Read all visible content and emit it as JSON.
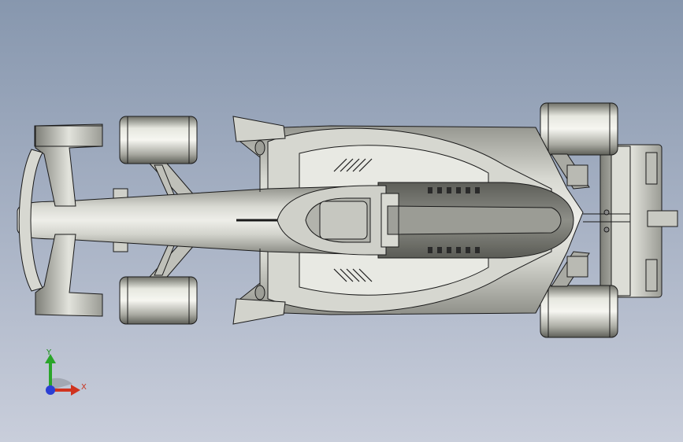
{
  "viewport": {
    "background_top": "#8797ae",
    "background_bottom": "#c9cedb"
  },
  "model": {
    "subject": "formula-car-top-view",
    "body_color": "#c4c5bd",
    "edge_color": "#1a1a1a"
  },
  "triad": {
    "y_label": "Y",
    "x_label": "X",
    "x_color": "#d0331f",
    "y_color": "#2aa52a",
    "z_color": "#2b3fd4"
  }
}
